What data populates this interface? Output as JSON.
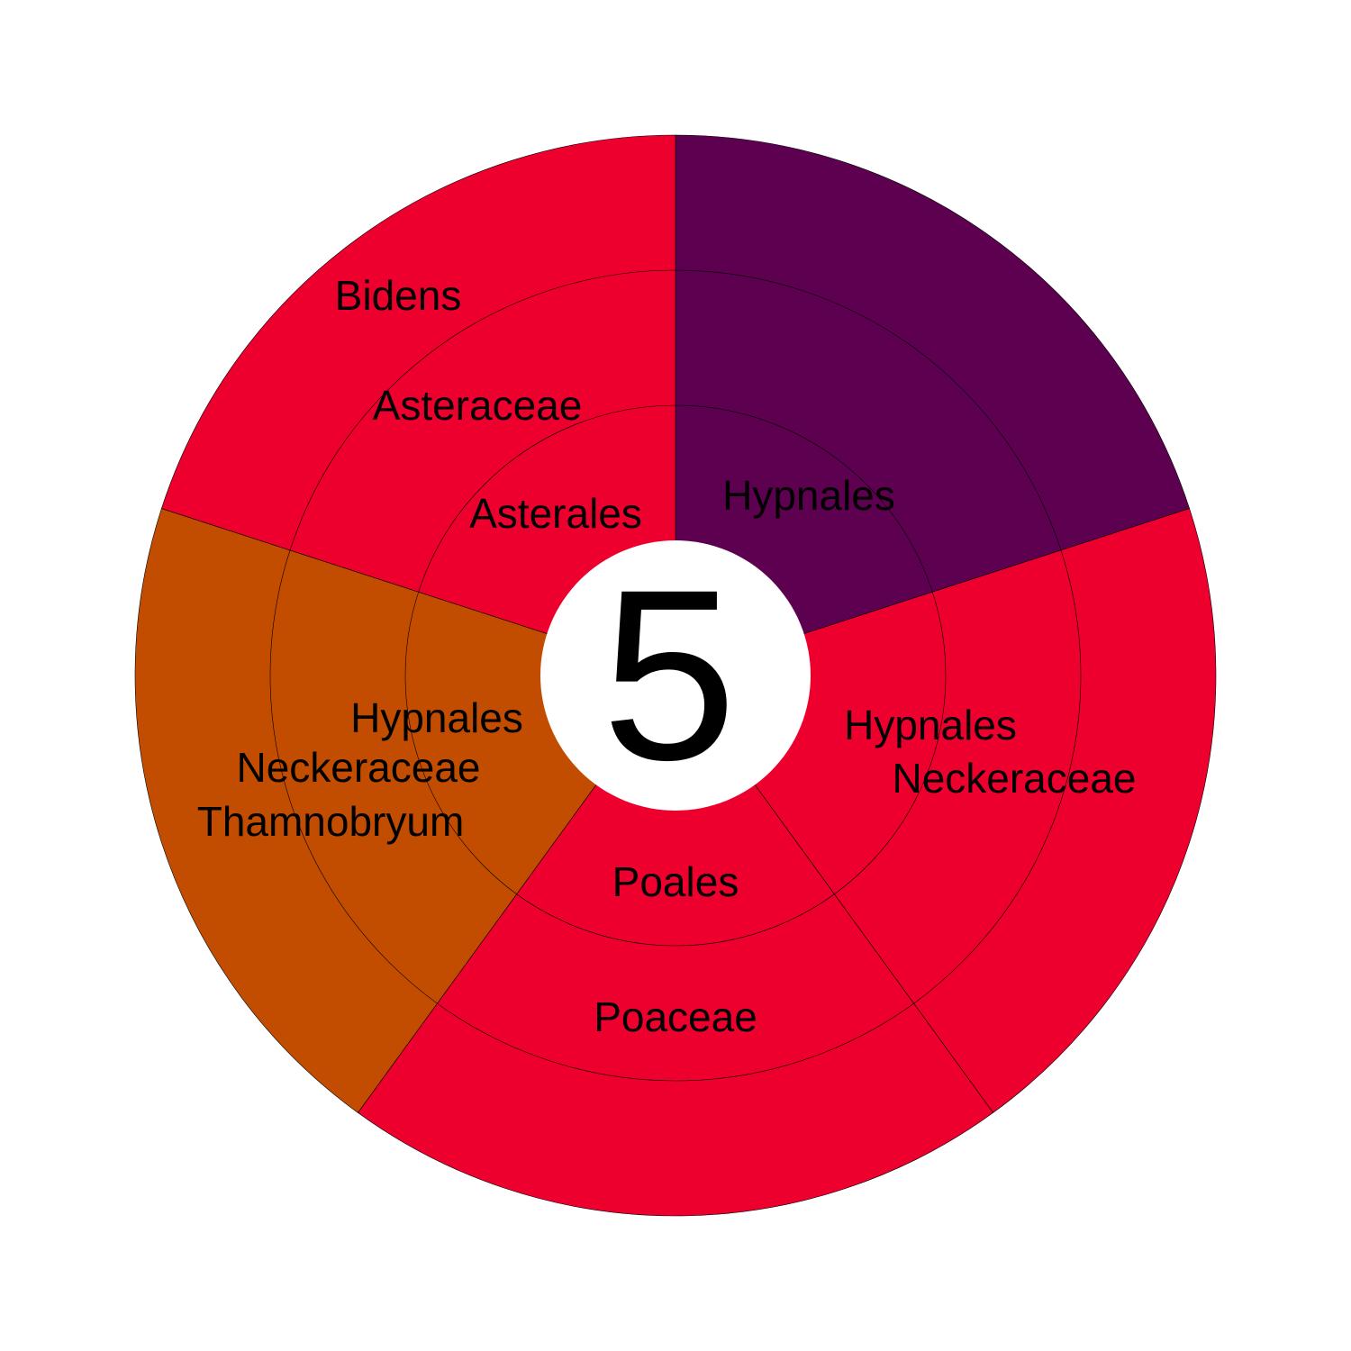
{
  "chart_data": {
    "type": "sunburst",
    "center_label": "5",
    "segments": [
      {
        "group": "Asterales",
        "value": 1,
        "color": "#5e0050",
        "labels": [
          "Asterales",
          "Asteraceae",
          "Bidens"
        ]
      },
      {
        "group": "Hypnales",
        "value": 1,
        "color": "#ee002e",
        "labels": [
          "Hypnales"
        ]
      },
      {
        "group": "Hypnales",
        "value": 1,
        "color": "#ee002e",
        "labels": [
          "Hypnales",
          "Neckeraceae"
        ]
      },
      {
        "group": "Poales",
        "value": 1,
        "color": "#c24d00",
        "labels": [
          "Poales",
          "Poaceae"
        ]
      },
      {
        "group": "Hypnales",
        "value": 1,
        "color": "#ee002e",
        "labels": [
          "Hypnales",
          "Neckeraceae",
          "Thamnobryum"
        ]
      }
    ]
  }
}
